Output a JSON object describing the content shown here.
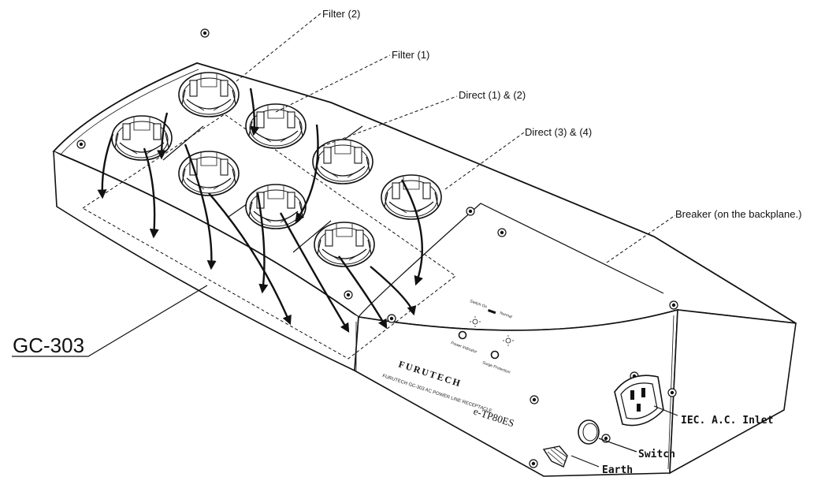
{
  "labels": {
    "filter2": "Filter (2)",
    "filter1": "Filter (1)",
    "direct12": "Direct (1) & (2)",
    "direct34": "Direct (3) & (4)",
    "breaker": "Breaker (on the backplane.)",
    "model": "GC-303",
    "iec_inlet": "IEC. A.C. Inlet",
    "switch": "Switch",
    "earth": "Earth"
  },
  "panel": {
    "switch_on": "Switch On",
    "normal": "Normal",
    "power_indicator": "Power Indicator",
    "surge_protection": "Surge Protection",
    "brand": "FURUTECH",
    "brand_sub": "FURUTECH GC-303  AC POWER LINE RECEPTACLE",
    "product": "e-TP80ES"
  }
}
